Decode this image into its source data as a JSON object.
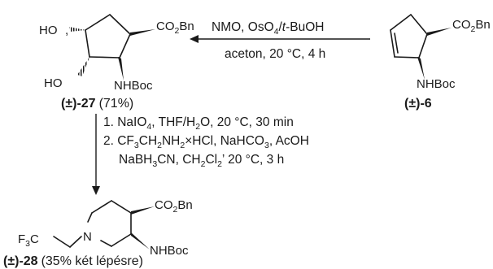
{
  "compounds": {
    "diol": {
      "id": "(±)-27",
      "yield": "(71%)"
    },
    "start": {
      "id": "(±)-6"
    },
    "product": {
      "id": "(±)-28",
      "yield": "(35% két lépésre)"
    }
  },
  "reaction1": {
    "line1": {
      "a": "NMO, OsO",
      "a_sub": "4",
      "b": "/",
      "c": "t",
      "d": "-BuOH"
    },
    "line2": "aceton, 20 °C, 4 h"
  },
  "reaction2": {
    "step1": {
      "a": "1. NaIO",
      "a_sub": "4",
      "b": ", THF/H",
      "b_sub": "2",
      "c": "O, 20 °C, 30 min"
    },
    "step2": {
      "a": "2. CF",
      "a_sub": "3",
      "b": "CH",
      "b_sub": "2",
      "c": "NH",
      "c_sub": "2",
      "d": "×HCl, NaHCO",
      "d_sub": "3",
      "e": ", AcOH"
    },
    "step3": {
      "a": "NaBH",
      "a_sub": "3",
      "b": "CN, CH",
      "b_sub": "2",
      "c": "Cl",
      "c_sub": "2",
      "d": "’ 20 °C, 3 h"
    }
  },
  "labels": {
    "ho_top": "HO",
    "ho_bottom": "HO",
    "nhboc": "NHBoc",
    "co2bn": {
      "a": "CO",
      "sub": "2",
      "b": "Bn"
    },
    "n": "N",
    "f3c": {
      "a": "F",
      "sub": "3",
      "b": "C"
    }
  }
}
